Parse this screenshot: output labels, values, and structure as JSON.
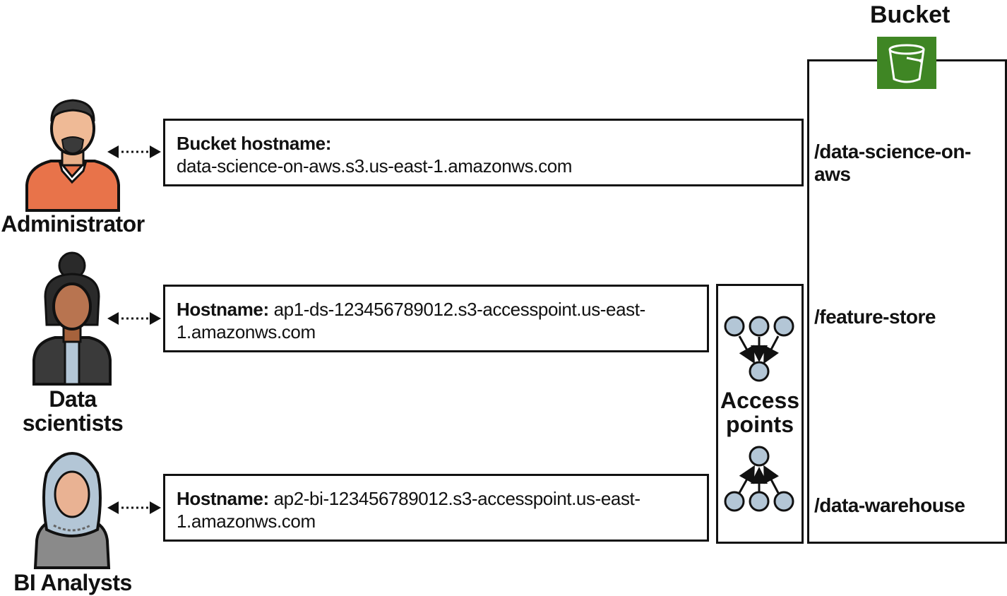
{
  "bucket": {
    "title": "Bucket",
    "icon": "s3-bucket-icon",
    "icon_color": "#3f8624",
    "paths": [
      "/data-science-on-aws",
      "/feature-store",
      "/data-warehouse"
    ]
  },
  "actors": [
    {
      "label": "Administrator",
      "icon": "administrator-avatar-icon"
    },
    {
      "label_line1": "Data",
      "label_line2": "scientists",
      "icon": "data-scientist-avatar-icon"
    },
    {
      "label": "BI Analysts",
      "icon": "bi-analyst-avatar-icon"
    }
  ],
  "hostnames": [
    {
      "key": "Bucket hostname:",
      "value": "data-science-on-aws.s3.us-east-1.amazonws.com"
    },
    {
      "key": "Hostname:",
      "value_line1": " ap1-ds-123456789012.s3-accesspoint.us-east-",
      "value_line2": "1.amazonws.com"
    },
    {
      "key": "Hostname:",
      "value_line1": " ap2-bi-123456789012.s3-accesspoint.us-east-",
      "value_line2": "1.amazonws.com"
    }
  ],
  "access_points": {
    "label_line1": "Access",
    "label_line2": "points",
    "icon": "access-point-graph-icon",
    "node_color": "#b3c6d6"
  }
}
